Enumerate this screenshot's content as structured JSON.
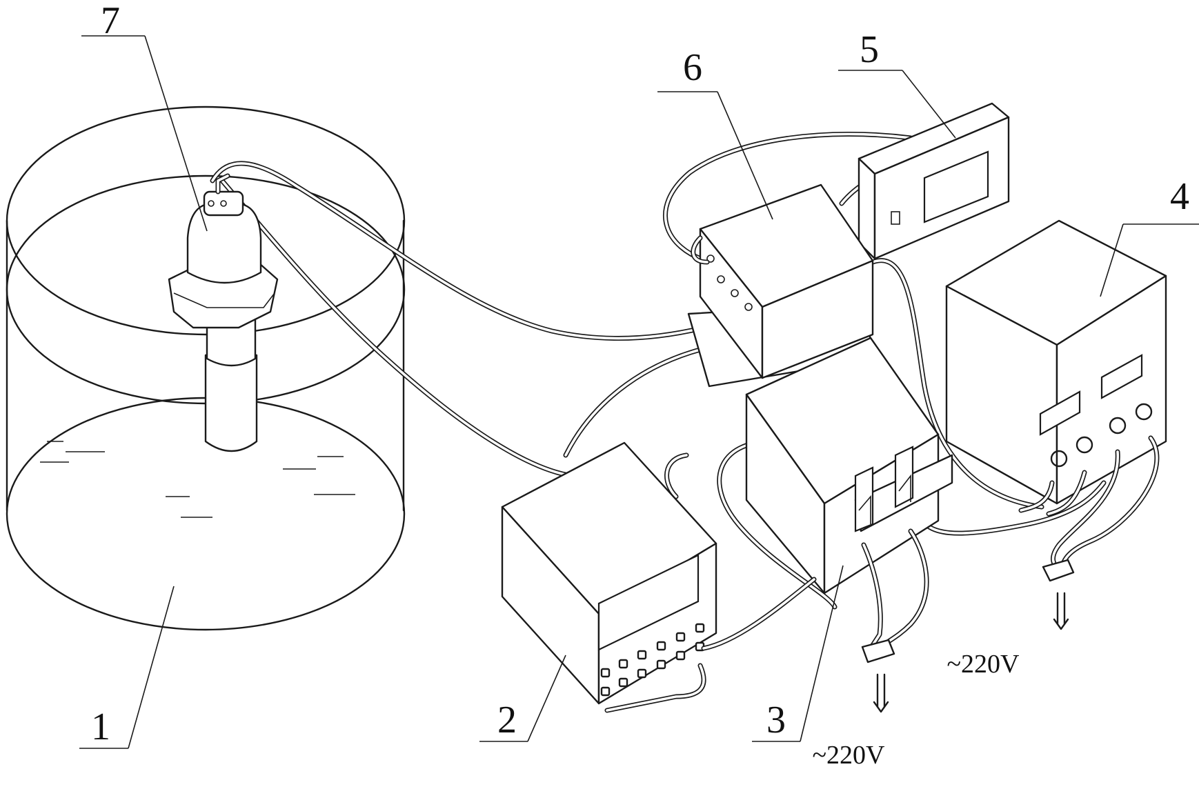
{
  "labels": {
    "tank": "1",
    "controller": "2",
    "power_supply": "3",
    "dc_source": "4",
    "meter": "5",
    "junction_box": "6",
    "probe": "7"
  },
  "voltage": {
    "supply_a": "~220V",
    "supply_b": "~220V"
  }
}
